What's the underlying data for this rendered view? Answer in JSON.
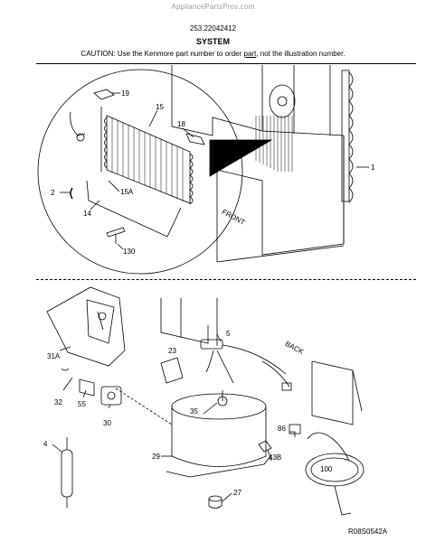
{
  "header": {
    "watermark": "AppliancePartsPros.com",
    "model_number": "253.22042412",
    "section_title": "SYSTEM",
    "caution_before": "CAUTION: Use the Kenmore part number to order ",
    "caution_underlined": "part",
    "caution_after": ", not the illustration number."
  },
  "upper_assembly": {
    "labels": {
      "p19": "19",
      "p15": "15",
      "p18": "18",
      "p1": "1",
      "p2": "2",
      "p15a": "15A",
      "p14": "14",
      "p130": "130"
    },
    "cabinet_text": "FRONT"
  },
  "lower_assembly": {
    "labels": {
      "p31a": "31A",
      "p32": "32",
      "p55": "55",
      "p30": "30",
      "p4": "4",
      "p23": "23",
      "p5": "5",
      "p35": "35",
      "p29": "29",
      "p27": "27",
      "p86": "86",
      "p43b": "43B",
      "p100": "100"
    },
    "cabinet_text": "BACK"
  },
  "footer": {
    "drawing_code": "R08S0542A"
  }
}
